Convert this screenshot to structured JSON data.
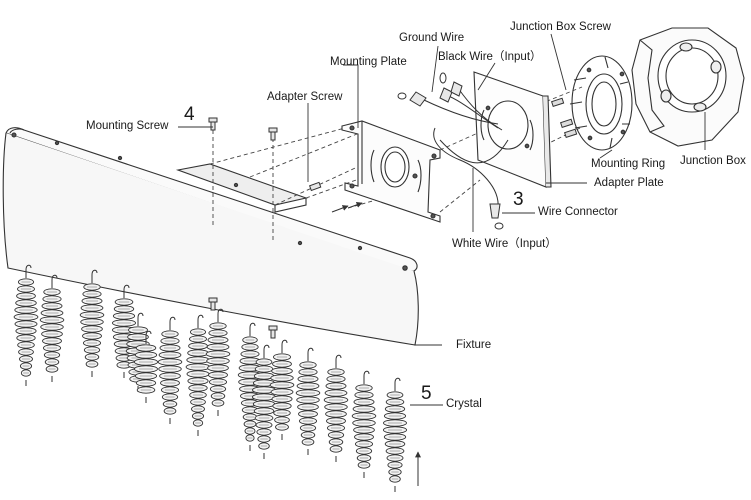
{
  "labels": {
    "ground_wire": "Ground Wire",
    "junction_box_screw": "Junction Box Screw",
    "black_wire": "Black Wire（Input）",
    "mounting_plate": "Mounting Plate",
    "adapter_screw": "Adapter Screw",
    "mounting_screw": "Mounting Screw",
    "mounting_ring": "Mounting Ring",
    "junction_box": "Junction Box",
    "adapter_plate": "Adapter Plate",
    "wire_connector": "Wire Connector",
    "white_wire": "White Wire（Input）",
    "fixture": "Fixture",
    "crystal": "Crystal"
  },
  "step_numbers": {
    "mounting_screw": "4",
    "wire_connector": "3",
    "crystal": "5"
  }
}
